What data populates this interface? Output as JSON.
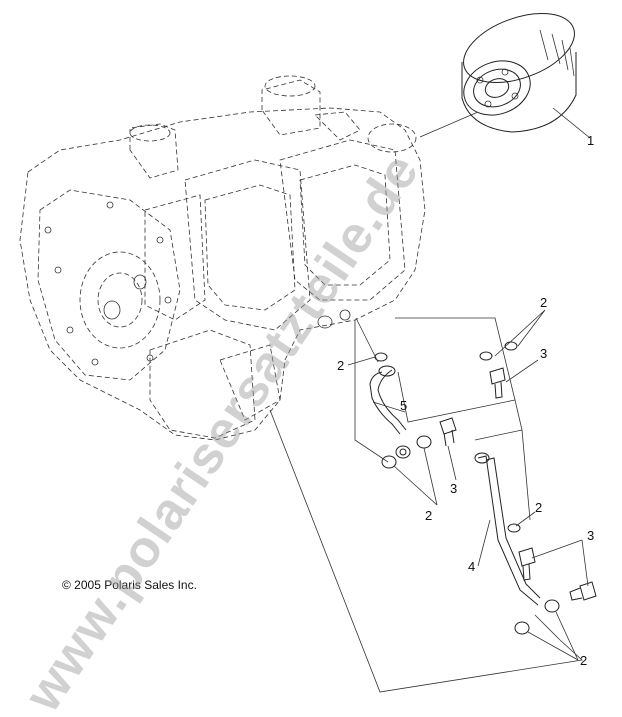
{
  "copyright": "© 2005 Polaris Sales Inc.",
  "watermark": "www.polarisersatzteile.de",
  "callouts": [
    {
      "id": "c1",
      "text": "1"
    },
    {
      "id": "c2a",
      "text": "2"
    },
    {
      "id": "c3a",
      "text": "3"
    },
    {
      "id": "c2b",
      "text": "2"
    },
    {
      "id": "c5",
      "text": "5"
    },
    {
      "id": "c3b",
      "text": "3"
    },
    {
      "id": "c2c",
      "text": "2"
    },
    {
      "id": "c2d",
      "text": "2"
    },
    {
      "id": "c3c",
      "text": "3"
    },
    {
      "id": "c4",
      "text": "4"
    },
    {
      "id": "c2e",
      "text": "2"
    }
  ]
}
